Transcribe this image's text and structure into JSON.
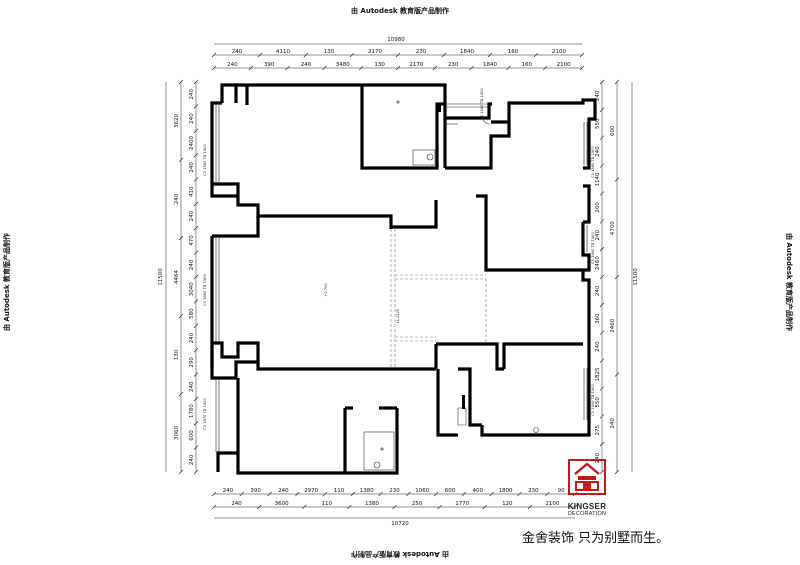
{
  "watermark": "由 Autodesk 教育版产品制作",
  "slogan": "金舍装饰 只为别墅而生。",
  "logo": {
    "brand": "KINGSER",
    "sub": "DECORATION",
    "color": "#c41a1a"
  },
  "dimensions": {
    "top_total": "10980",
    "top_row1": [
      "240",
      "4110",
      "130",
      "2170",
      "230",
      "1840",
      "160",
      "2100"
    ],
    "top_row2": [
      "240",
      "390",
      "240",
      "3480",
      "130",
      "2170",
      "230",
      "1840",
      "160",
      "2100"
    ],
    "bottom_total": "10720",
    "bottom_row1": [
      "240",
      "390",
      "240",
      "2970",
      "110",
      "1380",
      "230",
      "1060",
      "600",
      "400",
      "1800",
      "230",
      "90"
    ],
    "bottom_row2": [
      "240",
      "3600",
      "110",
      "1380",
      "250",
      "1770",
      "120",
      "2100"
    ],
    "left_total": "11500",
    "left_mid": [
      "3620",
      "240",
      "4464",
      "130",
      "3060"
    ],
    "left_inner": [
      "240",
      "240",
      "2400",
      "240",
      "410",
      "240",
      "470",
      "240",
      "3040",
      "580",
      "240",
      "290",
      "240",
      "1780",
      "600",
      "240"
    ],
    "right_total": "11500",
    "right_mid": [
      "600",
      "4700",
      "2460",
      "240"
    ],
    "right_inner": [
      "240",
      "550",
      "240",
      "1140",
      "260",
      "240",
      "2460",
      "240",
      "360",
      "240",
      "1825",
      "550",
      "275",
      "240"
    ]
  },
  "annotations": {
    "elevation": "+2.700",
    "beam": "LL 2220",
    "windows": [
      "C0 1560\nTD 1500",
      "C0 1660\nTD 1500",
      "C0 1870\nTD 1500",
      "C0 1560\nTD 1500",
      "C0 1660\nTD 1500",
      "C0 1500\nTD 1500",
      "C0 1500\nTD 1500"
    ]
  }
}
